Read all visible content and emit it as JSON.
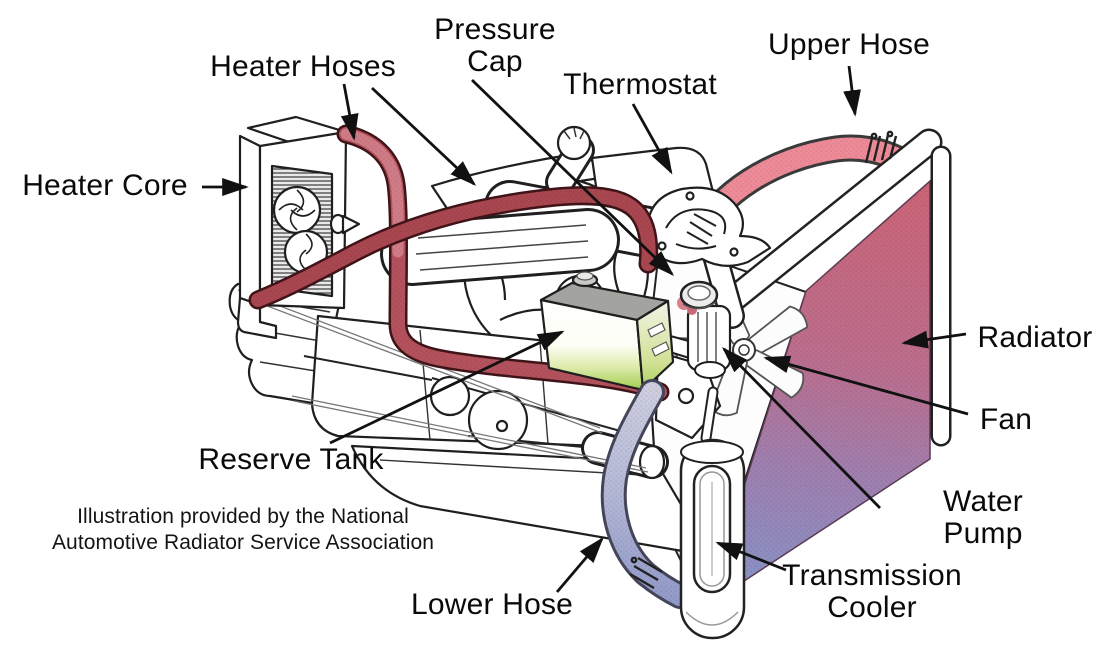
{
  "diagram_type": "automotive-cooling-system",
  "labels": {
    "heater_hoses": "Heater Hoses",
    "pressure_cap": "Pressure\nCap",
    "thermostat": "Thermostat",
    "upper_hose": "Upper Hose",
    "heater_core": "Heater Core",
    "radiator": "Radiator",
    "fan": "Fan",
    "water_pump": "Water Pump",
    "transmission_cooler": "Transmission\nCooler",
    "reserve_tank": "Reserve Tank",
    "lower_hose": "Lower Hose"
  },
  "attribution": "Illustration provided by the National\nAutomotive Radiator Service Association",
  "colors": {
    "hot_coolant_top": "#ca6578",
    "cold_coolant_bottom": "#8793c8",
    "heater_hose_red": "#b3525c",
    "upper_hose_pink": "#ee8b98",
    "lower_hose_blue": "#9aa3cc",
    "reserve_coolant_green": "#a2cc4e",
    "line_art": "#1f1f1f",
    "arrow_black": "#111111"
  }
}
